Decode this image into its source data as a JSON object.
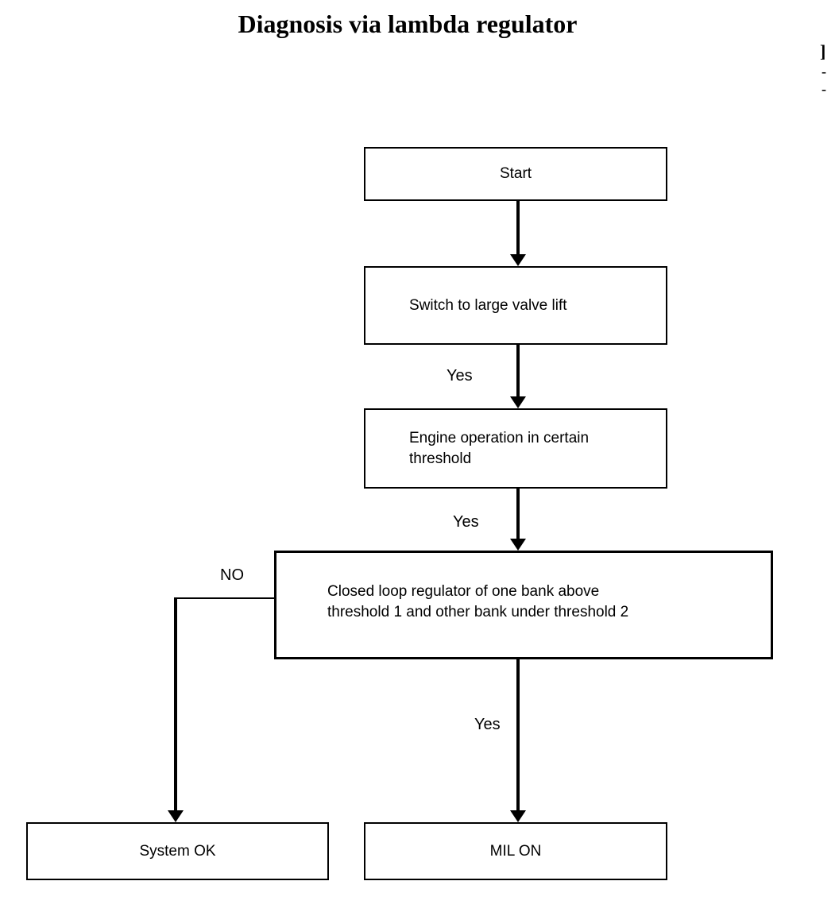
{
  "title": "Diagnosis via lambda regulator",
  "colors": {
    "ink": "#000000",
    "background": "#ffffff"
  },
  "flowchart": {
    "nodes": {
      "start": {
        "label": "Start"
      },
      "switch_valve_lift": {
        "label": "Switch to large valve lift"
      },
      "engine_operation": {
        "line1": "Engine operation in certain",
        "line2": "threshold"
      },
      "closed_loop": {
        "line1": "Closed loop regulator of one bank above",
        "line2": "threshold 1 and other bank under threshold 2"
      },
      "system_ok": {
        "label": "System OK"
      },
      "mil_on": {
        "label": "MIL ON"
      }
    },
    "edge_labels": {
      "switch_to_engine": "Yes",
      "engine_to_closed_loop": "Yes",
      "closed_loop_to_mil_on": "Yes",
      "closed_loop_to_system_ok": "NO"
    }
  },
  "clipped_right_margin": {
    "fragment_1": "]",
    "fragment_2": "-",
    "fragment_3": "-"
  }
}
